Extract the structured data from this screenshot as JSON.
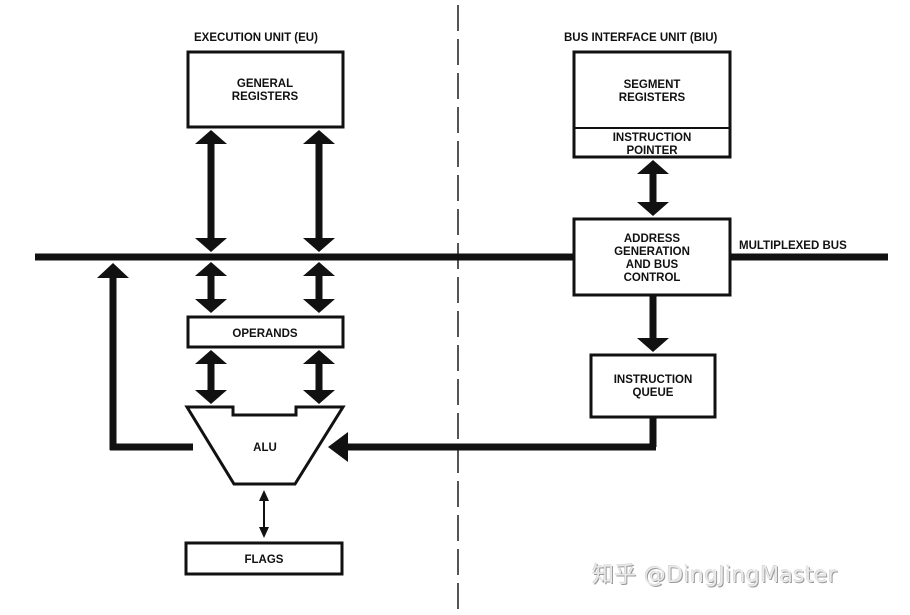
{
  "sections": {
    "eu_title": "EXECUTION UNIT (EU)",
    "biu_title": "BUS INTERFACE UNIT (BIU)"
  },
  "blocks": {
    "general_registers": [
      "GENERAL",
      "REGISTERS"
    ],
    "operands": "OPERANDS",
    "alu": "ALU",
    "flags": "FLAGS",
    "segment_registers": [
      "SEGMENT",
      "REGISTERS"
    ],
    "instruction_pointer": [
      "INSTRUCTION",
      "POINTER"
    ],
    "address_generation": [
      "ADDRESS",
      "GENERATION",
      "AND BUS",
      "CONTROL"
    ],
    "instruction_queue": [
      "INSTRUCTION",
      "QUEUE"
    ]
  },
  "bus_label": "MULTIPLEXED BUS",
  "watermark": "知乎 @DingJingMaster",
  "colors": {
    "ink": "#111111",
    "background": "#ffffff",
    "divider": "#555555"
  }
}
